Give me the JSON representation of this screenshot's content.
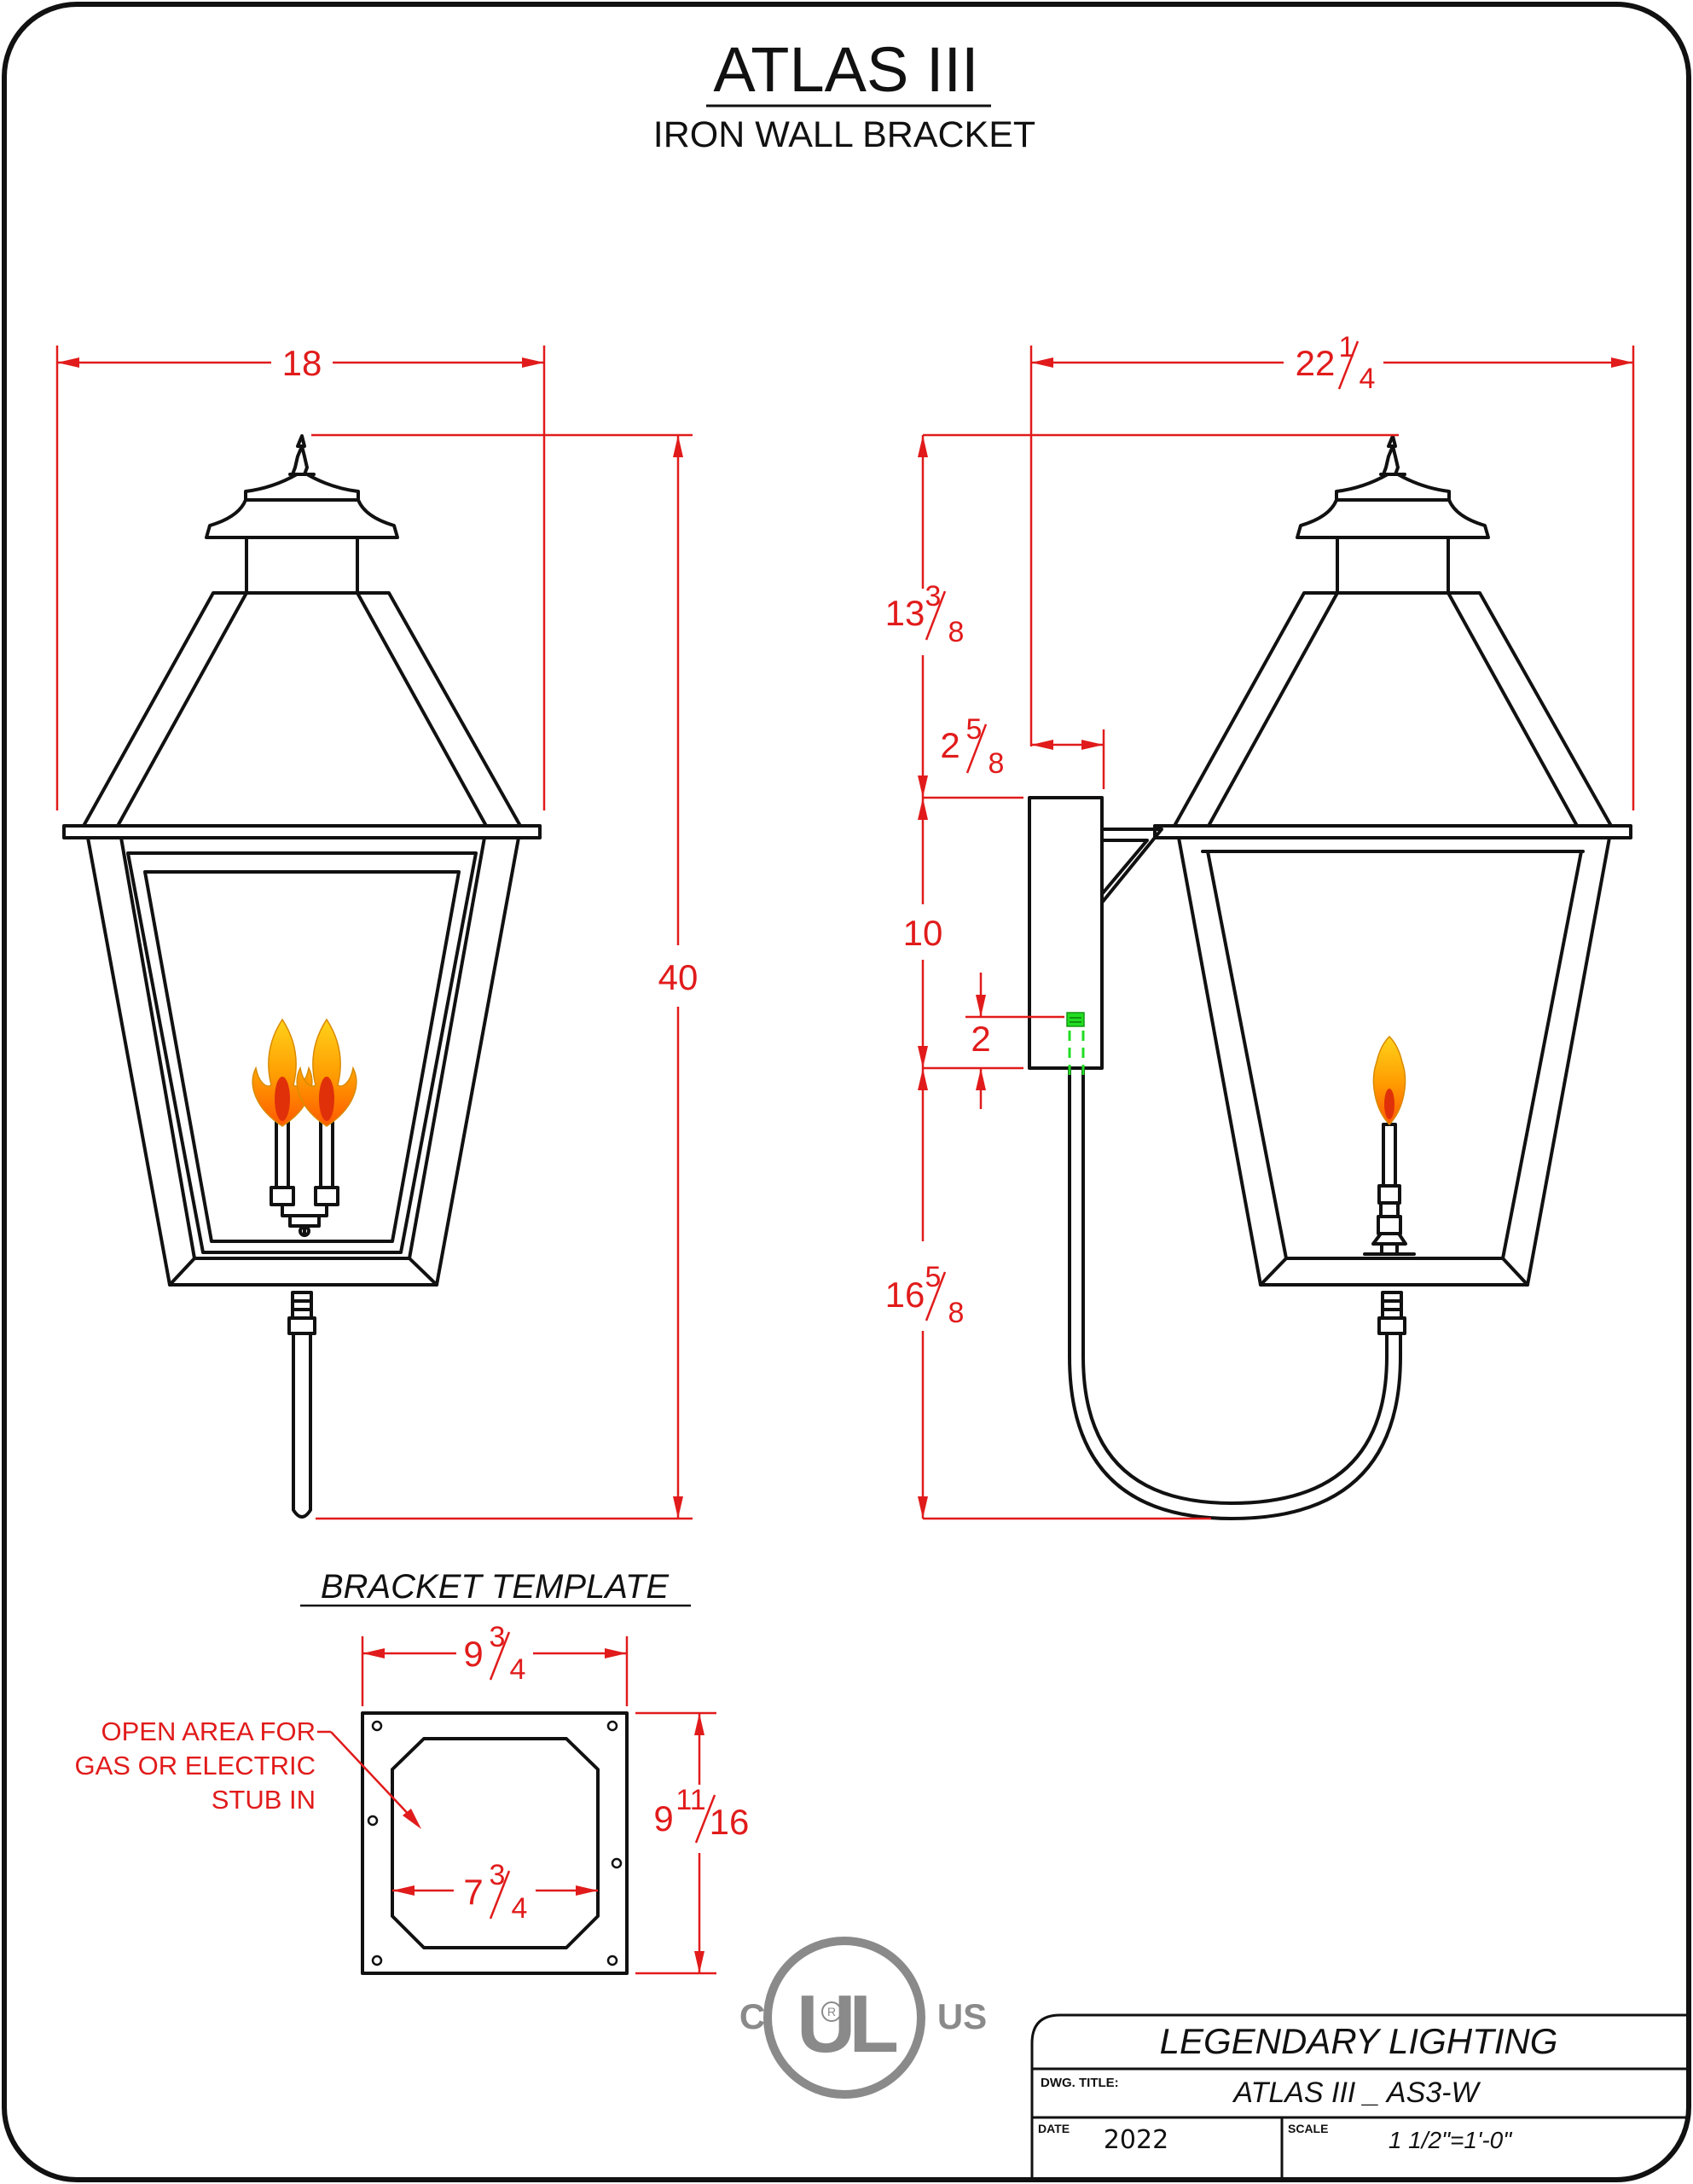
{
  "header": {
    "title": "ATLAS III",
    "subtitle": "IRON WALL BRACKET"
  },
  "front_view": {
    "width_dim": "18",
    "height_dim": "40"
  },
  "side_view": {
    "depth_dim": {
      "whole": "22",
      "num": "1",
      "den": "4"
    },
    "top_dim": {
      "whole": "13",
      "num": "3",
      "den": "8"
    },
    "bracket_offset_dim": {
      "whole": "2",
      "num": "5",
      "den": "8"
    },
    "bracket_height_dim": "10",
    "stub_dim": "2",
    "bottom_dim": {
      "whole": "16",
      "num": "5",
      "den": "8"
    }
  },
  "template": {
    "heading": "BRACKET TEMPLATE",
    "width_dim": {
      "whole": "9",
      "num": "3",
      "den": "4"
    },
    "height_dim": {
      "whole": "9",
      "num": "11",
      "den": "16"
    },
    "inner_dim": {
      "whole": "7",
      "num": "3",
      "den": "4"
    },
    "note_lines": [
      "OPEN AREA FOR",
      "GAS OR ELECTRIC",
      "STUB IN"
    ]
  },
  "cert_logo": {
    "mark": "UL",
    "left": "C",
    "right": "US",
    "registered": "R"
  },
  "title_block": {
    "company": "LEGENDARY LIGHTING",
    "dwg_title_label": "DWG. TITLE:",
    "dwg_title": "ATLAS III _ AS3-W",
    "date_label": "DATE",
    "date": "2022",
    "scale_label": "SCALE",
    "scale": "1 1/2\"=1'-0\""
  },
  "colors": {
    "dimension": "#e11b1b",
    "linework": "#111111",
    "logo": "#8a8a8a",
    "connector": "#22dd22"
  }
}
